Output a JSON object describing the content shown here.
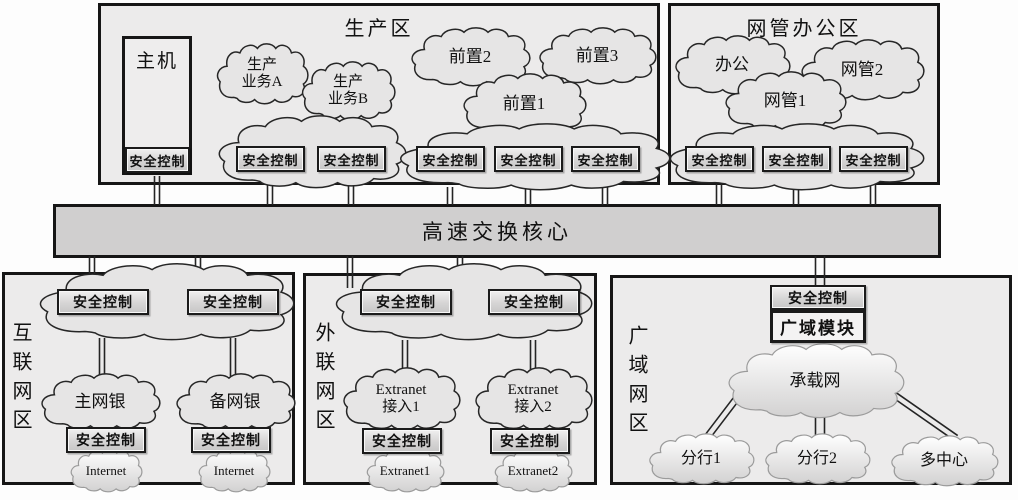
{
  "security_label": "安全控制",
  "core_bar": {
    "label": "高速交换核心"
  },
  "production_zone": {
    "title": "生产区",
    "host": "主机",
    "cloud_biz_a": {
      "l1": "生产",
      "l2": "业务A"
    },
    "cloud_biz_b": {
      "l1": "生产",
      "l2": "业务B"
    },
    "cloud_front2": "前置2",
    "cloud_front3": "前置3",
    "cloud_front1": "前置1"
  },
  "mgmt_zone": {
    "title": "网管办公区",
    "cloud_office": "办公",
    "cloud_mgmt2": "网管2",
    "cloud_mgmt1": "网管1"
  },
  "internet_zone": {
    "title": "互联网区",
    "cloud_main_bank": "主网银",
    "cloud_backup_bank": "备网银",
    "cloud_internet1": "Internet",
    "cloud_internet2": "Internet"
  },
  "extranet_zone": {
    "title": "外联网区",
    "cloud_access1": {
      "l1": "Extranet",
      "l2": "接入1"
    },
    "cloud_access2": {
      "l1": "Extranet",
      "l2": "接入2"
    },
    "cloud_ext1": "Extranet1",
    "cloud_ext2": "Extranet2"
  },
  "wan_zone": {
    "title": "广域网区",
    "wan_module": "广域模块",
    "cloud_carrier": "承载网",
    "cloud_branch1": "分行1",
    "cloud_branch2": "分行2",
    "cloud_multicenter": "多中心"
  },
  "colors": {
    "zone_bg": "#ecebeb",
    "cloud_fill": "#e6e5e5",
    "box_fill": "#d6d5d5",
    "bar_fill": "#d0cfcf",
    "line": "#242424"
  }
}
